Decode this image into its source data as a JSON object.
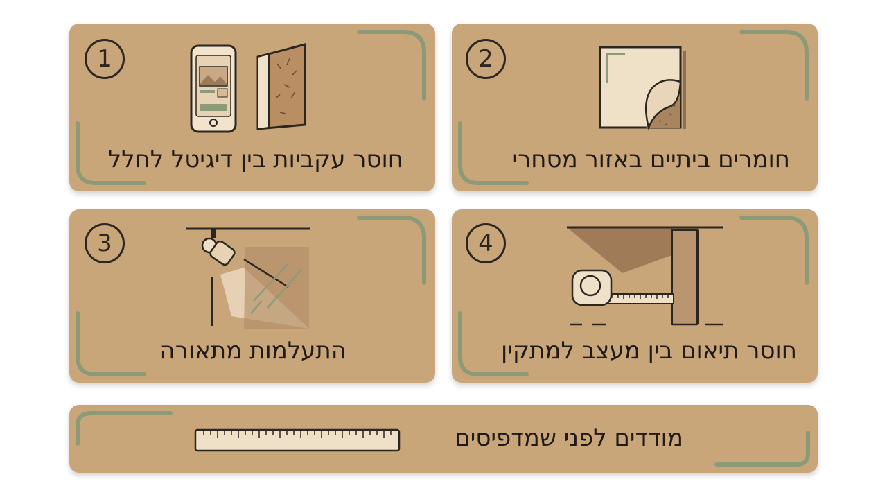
{
  "cards": [
    {
      "number": "1",
      "label": "חוסר עקביות בין דיגיטל לחלל",
      "icon": "phone-and-wall-panel-icon"
    },
    {
      "number": "2",
      "label": "חומרים ביתיים באזור מסחרי",
      "icon": "peeling-material-sample-icon"
    },
    {
      "number": "3",
      "label": "התעלמות מתאורה",
      "icon": "spotlight-on-glass-icon"
    },
    {
      "number": "4",
      "label": "חוסר תיאום בין מעצב למתקין",
      "icon": "tape-measure-icon"
    }
  ],
  "footer": {
    "label": "מודדים לפני שמדפיסים",
    "icon": "ruler-icon"
  },
  "colors": {
    "card": "#c9a57a",
    "accent": "#8d9a78",
    "ink": "#2b2620",
    "paper": "#efe0c8"
  }
}
